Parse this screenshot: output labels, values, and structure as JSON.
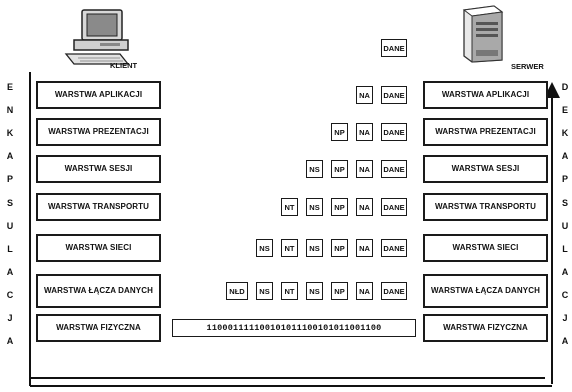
{
  "client_label": "KLIENT",
  "server_label": "SERWER",
  "top_data_label": "DANE",
  "left_letters": [
    "E",
    "N",
    "K",
    "A",
    "P",
    "S",
    "U",
    "L",
    "A",
    "C",
    "J",
    "A"
  ],
  "right_letters": [
    "D",
    "E",
    "K",
    "A",
    "P",
    "S",
    "U",
    "L",
    "A",
    "C",
    "J",
    "A"
  ],
  "rows": [
    {
      "left": "WARSTWA APLIKACJI",
      "right": "WARSTWA APLIKACJI",
      "headers": [
        "NA",
        "DANE"
      ]
    },
    {
      "left": "WARSTWA PREZENTACJI",
      "right": "WARSTWA PREZENTACJI",
      "headers": [
        "NP",
        "NA",
        "DANE"
      ]
    },
    {
      "left": "WARSTWA SESJI",
      "right": "WARSTWA SESJI",
      "headers": [
        "NS",
        "NP",
        "NA",
        "DANE"
      ]
    },
    {
      "left": "WARSTWA TRANSPORTU",
      "right": "WARSTWA TRANSPORTU",
      "headers": [
        "NT",
        "NS",
        "NP",
        "NA",
        "DANE"
      ]
    },
    {
      "left": "WARSTWA SIECI",
      "right": "WARSTWA SIECI",
      "headers": [
        "NS",
        "NT",
        "NS",
        "NP",
        "NA",
        "DANE"
      ]
    },
    {
      "left": "WARSTWA ŁĄCZA DANYCH",
      "right": "WARSTWA ŁĄCZA DANYCH",
      "headers": [
        "NŁD",
        "NS",
        "NT",
        "NS",
        "NP",
        "NA",
        "DANE"
      ]
    },
    {
      "left": "WARSTWA FIZYCZNA",
      "right": "WARSTWA FIZYCZNA",
      "bits": "110001111100101011100101011001100"
    }
  ]
}
